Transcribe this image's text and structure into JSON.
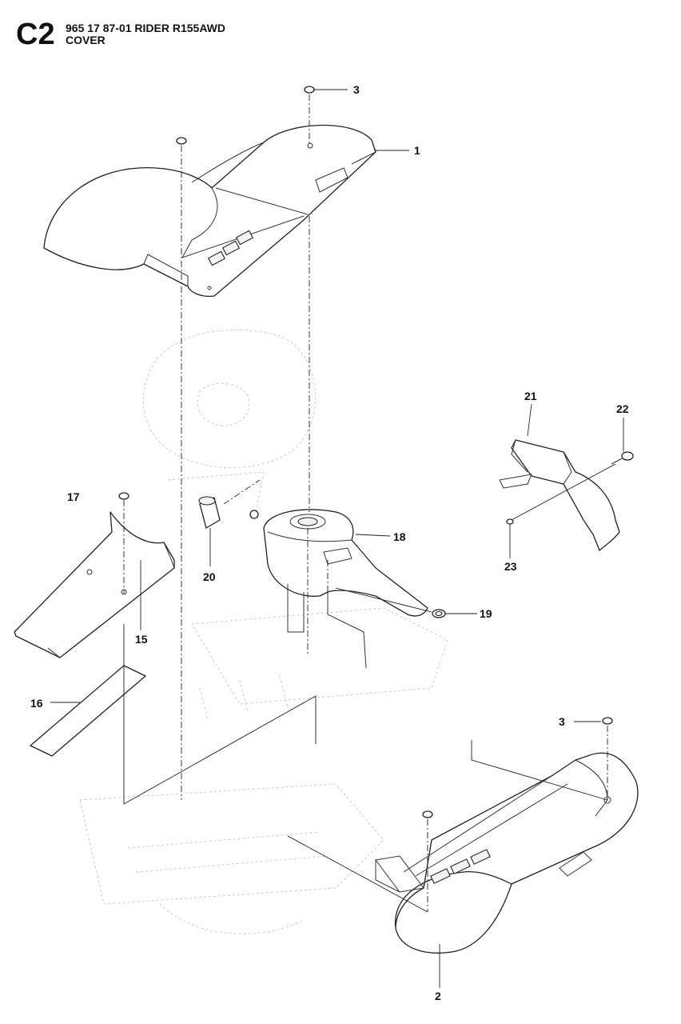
{
  "header": {
    "section_code": "C2",
    "line1": "965 17 87-01 RIDER R155AWD",
    "line2": "COVER"
  },
  "callouts": [
    "1",
    "2",
    "3",
    "3",
    "15",
    "16",
    "17",
    "18",
    "19",
    "20",
    "21",
    "22",
    "23"
  ]
}
